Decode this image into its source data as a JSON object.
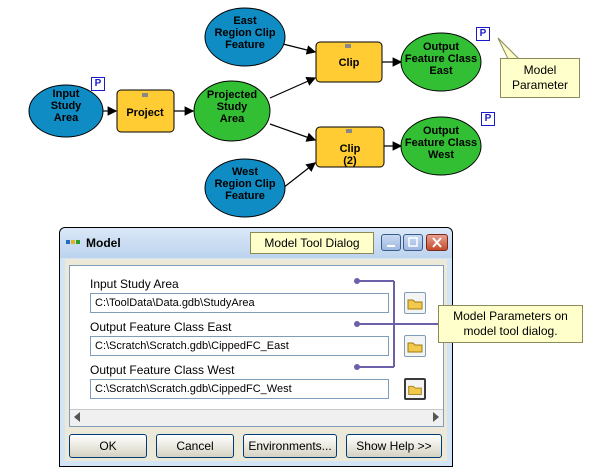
{
  "diagram": {
    "nodes": {
      "input_study_area": "Input Study Area",
      "project": "Project",
      "projected_study_area": "Projected Study Area",
      "east_clip_feature": "East Region Clip Feature",
      "west_clip_feature": "West Region Clip Feature",
      "clip": "Clip",
      "clip2": "Clip (2)",
      "out_east": "Output Feature Class East",
      "out_west": "Output Feature Class West"
    },
    "param_badge": "P",
    "callout_model_parameter": "Model Parameter"
  },
  "dialog": {
    "title": "Model",
    "title_callout": "Model Tool Dialog",
    "params": [
      {
        "label": "Input Study Area",
        "value": "C:\\ToolData\\Data.gdb\\StudyArea"
      },
      {
        "label": "Output Feature Class East",
        "value": "C:\\Scratch\\Scratch.gdb\\CippedFC_East"
      },
      {
        "label": "Output Feature Class West",
        "value": "C:\\Scratch\\Scratch.gdb\\CippedFC_West"
      }
    ],
    "buttons": {
      "ok": "OK",
      "cancel": "Cancel",
      "environments": "Environments...",
      "show_help": "Show Help >>"
    }
  },
  "side_callout": "Model Parameters on model tool dialog.",
  "colors": {
    "data_ellipse": "#0f8cc4",
    "output_ellipse": "#33bf33",
    "tool_box": "#ffcc33",
    "callout_bg": "#ffffcc",
    "link_purple": "#6d5fa8"
  }
}
